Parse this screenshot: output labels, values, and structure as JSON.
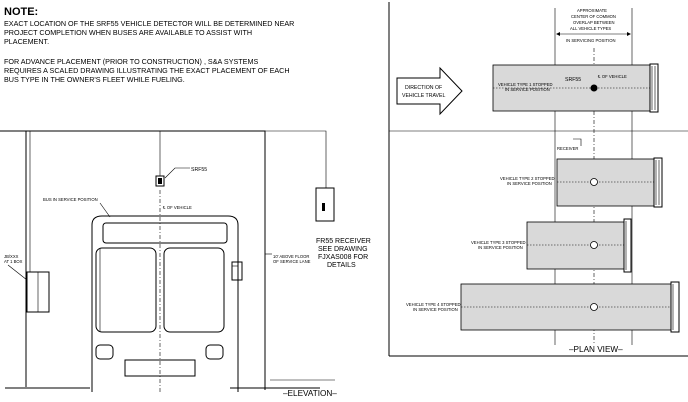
{
  "note": {
    "title": "NOTE:",
    "line1": "EXACT LOCATION OF THE SRF55 VEHICLE DETECTOR WILL BE DETERMINED NEAR",
    "line2": "PROJECT COMPLETION WHEN BUSES ARE AVAILABLE TO ASSIST WITH",
    "line3": "PLACEMENT.",
    "line4": "FOR ADVANCE PLACEMENT (PRIOR TO CONSTRUCTION) , S&A SYSTEMS",
    "line5": "REQUIRES A SCALED DRAWING ILLUSTRATING THE EXACT PLACEMENT OF EACH",
    "line6": "BUS TYPE IN THE OWNER'S FLEET WHILE FUELING."
  },
  "elevation": {
    "srf55": "SRF55",
    "bus_label": "BUS IN SERVICE POSITION",
    "cl_vehicle": "℄ OF VEHICLE",
    "receiver_1": "FR55 RECEIVER",
    "receiver_2": "SEE DRAWING",
    "receiver_3": "FJXAS008 FOR",
    "receiver_4": "DETAILS",
    "floor_1": "10' ABOVE FLOOR",
    "floor_2": "OF SERVICE LANE",
    "left_1": "JB/XXX",
    "left_2": "AT 1 BOX",
    "view_label": "–ELEVATION–"
  },
  "plan": {
    "overlap_1": "APPROXIMATE",
    "overlap_2": "CENTER OF COMMON",
    "overlap_3": "OVERLAP BETWEEN",
    "overlap_4": "ALL VEHICLE TYPES",
    "overlap_5": "IN SERVICING POSITION",
    "direction_1": "DIRECTION OF",
    "direction_2": "VEHICLE TRAVEL",
    "srf55": "SRF55",
    "cl_vehicle": "℄ OF VEHICLE",
    "receiver_small": "RECEIVER",
    "vehicles": [
      {
        "line1": "VEHICLE TYPE 1 STOPPED",
        "line2": "IN SERVICE POSITION"
      },
      {
        "line1": "VEHICLE TYPE 2 STOPPED",
        "line2": "IN SERVICE POSITION"
      },
      {
        "line1": "VEHICLE TYPE 3 STOPPED",
        "line2": "IN SERVICE POSITION"
      },
      {
        "line1": "VEHICLE TYPE 4 STOPPED",
        "line2": "IN SERVICE POSITION"
      }
    ],
    "view_label": "–PLAN VIEW–"
  }
}
